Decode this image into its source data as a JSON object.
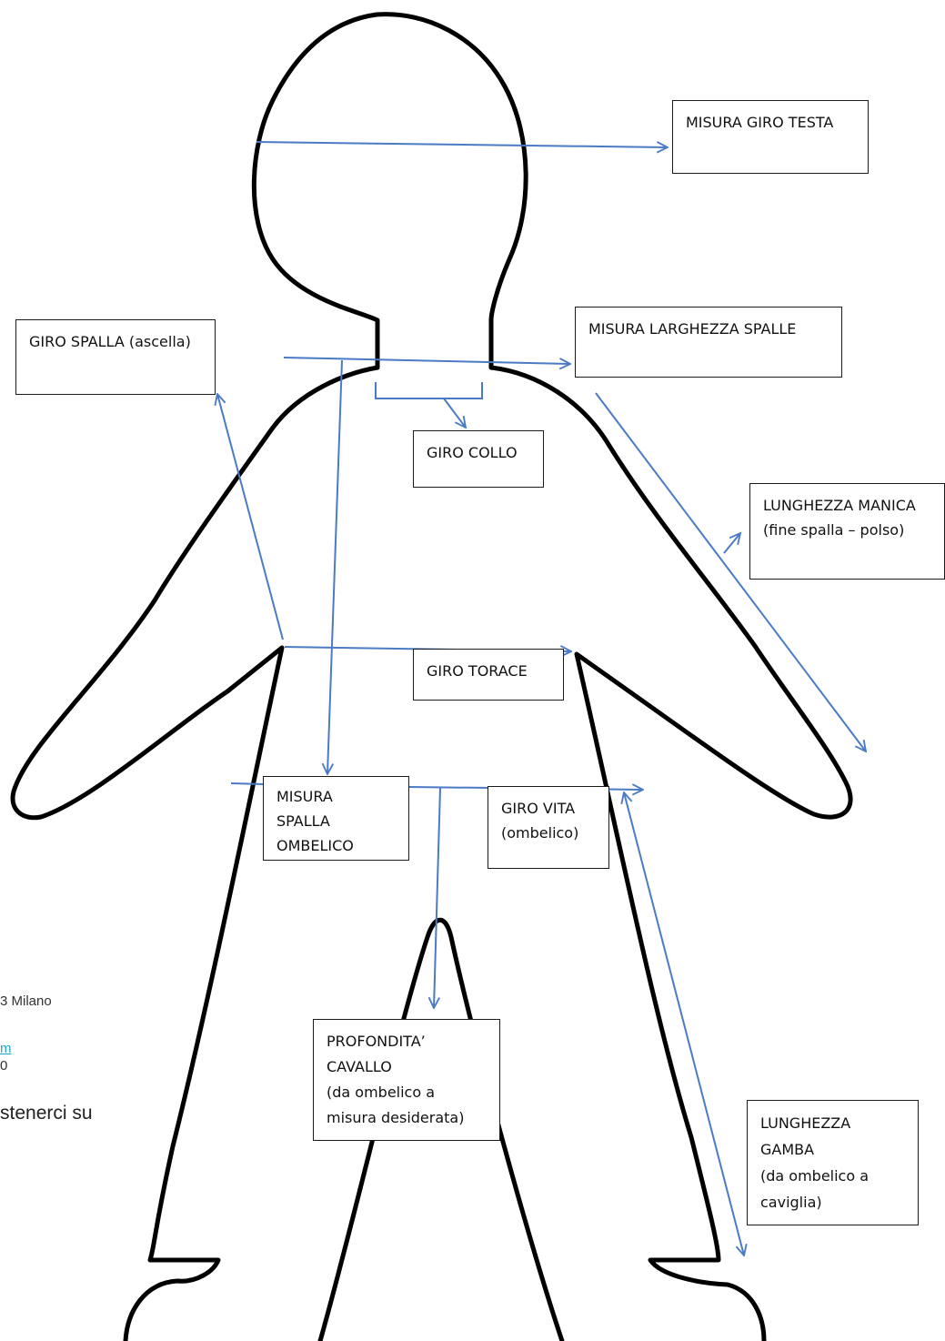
{
  "colors": {
    "outline": "#000000",
    "arrow": "#4a7bc4",
    "box_border": "#1a1a1a",
    "link": "#1aa7c8"
  },
  "labels": {
    "head": "MISURA GIRO TESTA",
    "shoulder_width": "MISURA LARGHEZZA SPALLE",
    "armhole": "GIRO SPALLA (ascella)",
    "neck": "GIRO COLLO",
    "sleeve": "LUNGHEZZA MANICA\n(fine spalla – polso)",
    "chest": "GIRO TORACE",
    "shoulder_navel": "MISURA\nSPALLA\nOMBELICO",
    "waist": "GIRO VITA\n(ombelico)",
    "crotch": "PROFONDITA’\nCAVALLO\n(da ombelico a\nmisura desiderata)",
    "leg": "LUNGHEZZA\nGAMBA\n(da ombelico a\ncaviglia)"
  },
  "background_text": {
    "address": "3 Milano",
    "link": "m",
    "phone": "0",
    "footer": "stenerci su"
  }
}
